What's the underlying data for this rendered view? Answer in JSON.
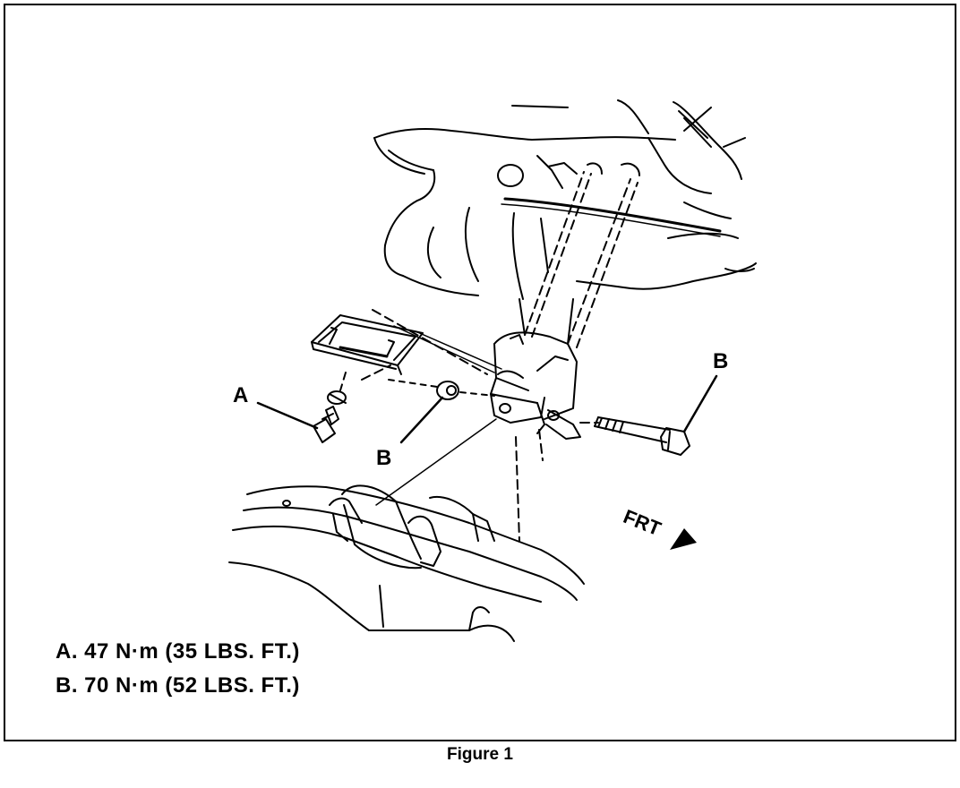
{
  "figure": {
    "caption": "Figure 1",
    "callouts": {
      "a_bolt": "A",
      "b_washer": "B",
      "b_through_bolt": "B",
      "direction": "FRT"
    },
    "torque_specs": [
      "A. 47 N·m (35 LBS. FT.)",
      "B. 70 N·m (52 LBS. FT.)"
    ],
    "icons": [
      "front-direction-arrow-icon"
    ]
  }
}
